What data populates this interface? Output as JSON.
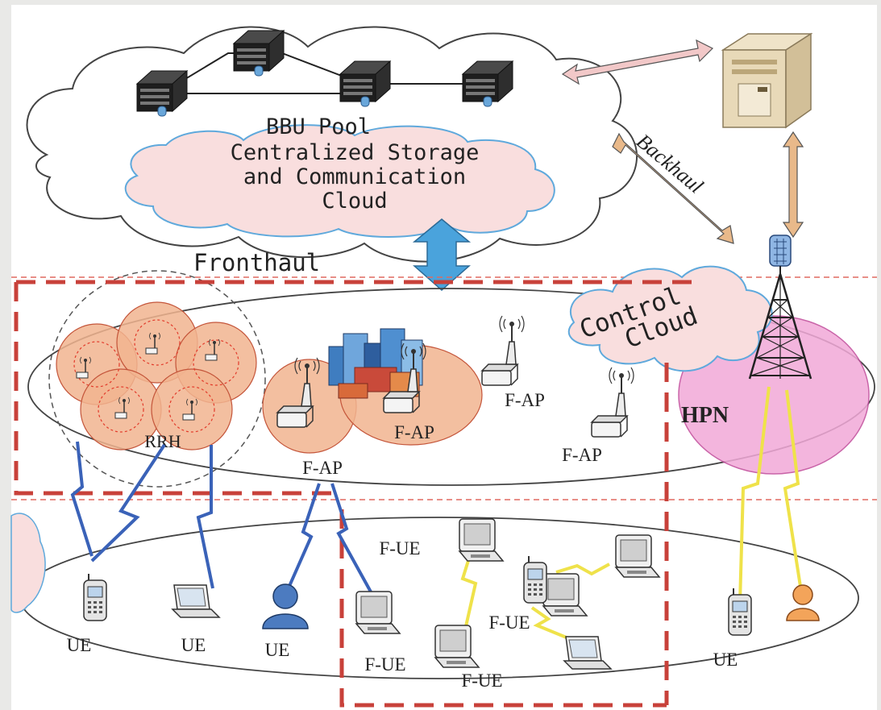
{
  "labels": {
    "bbu_pool": "BBU Pool",
    "storage_line1": "Centralized Storage",
    "storage_line2": "and Communication",
    "storage_line3": "Cloud",
    "fronthaul": "Fronthaul",
    "backhaul": "Backhaul",
    "control_line1": "Control",
    "control_line2": "Cloud",
    "hpn": "HPN",
    "rrh": "RRH",
    "fap": "F-AP",
    "fue": "F-UE",
    "ue": "UE"
  },
  "colors": {
    "page_background": "#e9e9e7",
    "canvas_background": "#ffffff",
    "dashed_border": "#c8413a",
    "fronthaul_arrow": "#4aa3dc",
    "backhaul_arrow": "#e9b98a",
    "pink_cloud": "#f9dede",
    "coverage_orange": "#f1b48f",
    "hpn_pink": "#f2a9d8",
    "wireless_blue": "#3a62b8",
    "wireless_yellow": "#efe24a"
  },
  "icons": [
    "server-icon",
    "tower-icon",
    "access-point-icon",
    "building-icon",
    "phone-icon",
    "laptop-icon",
    "user-icon",
    "cloud-icon"
  ]
}
